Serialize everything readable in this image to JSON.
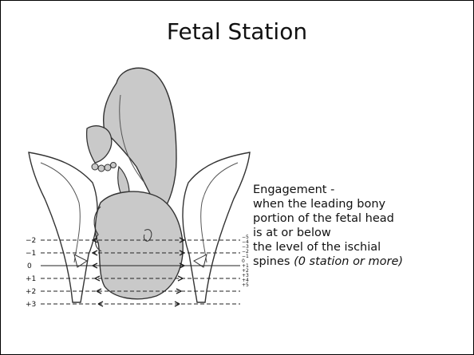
{
  "slide": {
    "title": "Fetal Station",
    "caption_lines": [
      "Engagement  -",
      "when the leading bony",
      "portion of the fetal head",
      "is at or below",
      "the level of the ischial",
      "spines "
    ],
    "caption_note": "(0 station or more)"
  },
  "diagram": {
    "stations_left": [
      "−2",
      "−1",
      "0",
      "+1",
      "+2",
      "+3"
    ],
    "stations_right": [
      "−5",
      "−4",
      "−3",
      "−2",
      "−1",
      "0",
      "+1",
      "+2",
      "+3",
      "+4",
      "+5"
    ]
  },
  "colors": {
    "fetus_fill": "#c9c9c9",
    "pelvis_fill": "#ffffff",
    "outline": "#333333"
  }
}
